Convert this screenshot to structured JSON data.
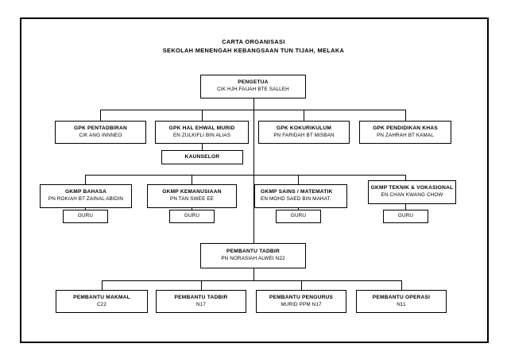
{
  "document": {
    "title_lines": [
      "CARTA ORGANISASI",
      "SEKOLAH MENENGAH KEBANGSAAN TUN TIJAH, MELAKA"
    ]
  },
  "chart": {
    "type": "org-chart",
    "nodes": {
      "principal": {
        "role": "PENGETUA",
        "name": "CIK HJH.FAUAH BTE SALLEH"
      },
      "gpk": [
        {
          "role": "GPK PENTADBIRAN",
          "name": "CIK ANG INNNEO"
        },
        {
          "role": "GPK HAL EHWAL MURID",
          "name": "EN ZULKIFLI BIN ALIAS"
        },
        {
          "role": "GPK KOKURIKULUM",
          "name": "PN FARIDAH BT MISBAN"
        },
        {
          "role": "GPK PENDIDIKAN KHAS",
          "name": "PN ZAHRAH BT KAMAL"
        }
      ],
      "counselor": {
        "role": "KAUNSELOR"
      },
      "gkmp": [
        {
          "role": "GKMP BAHASA",
          "name": "PN ROKIAH BT  ZAINAL ABIDIN"
        },
        {
          "role": "GKMP KEMANUSIAAN",
          "name": "PN TAN SWEE EE"
        },
        {
          "role": "GKMP SAINS / MATEMATIK",
          "name": "EN MOHD SAED BIN MAHAT."
        },
        {
          "role": "GKMP TEKNIK & VOKASIONAL",
          "name": "EN CHAN KWANG CHOW"
        }
      ],
      "teachers": [
        {
          "role": "GURU"
        },
        {
          "role": "GURU"
        },
        {
          "role": "GURU"
        },
        {
          "role": "GURU"
        }
      ],
      "admin_assistant": {
        "role": "PEMBANTU TADBIR",
        "name": "PN NORASIAH ALWEI   N22"
      },
      "support_staff": [
        {
          "role": "PEMBANTU MAKMAL",
          "name": "C22"
        },
        {
          "role": "PEMBANTU TADBIR",
          "name": "N17"
        },
        {
          "role": "PEMBANTU PENGURUS",
          "name": "MURID PPM  N17"
        },
        {
          "role": "PEMBANTU OPERASI",
          "name": "N11"
        }
      ]
    },
    "colors": {
      "line": "#000000",
      "box_border": "#000000",
      "background": "#ffffff",
      "text": "#000000"
    }
  }
}
